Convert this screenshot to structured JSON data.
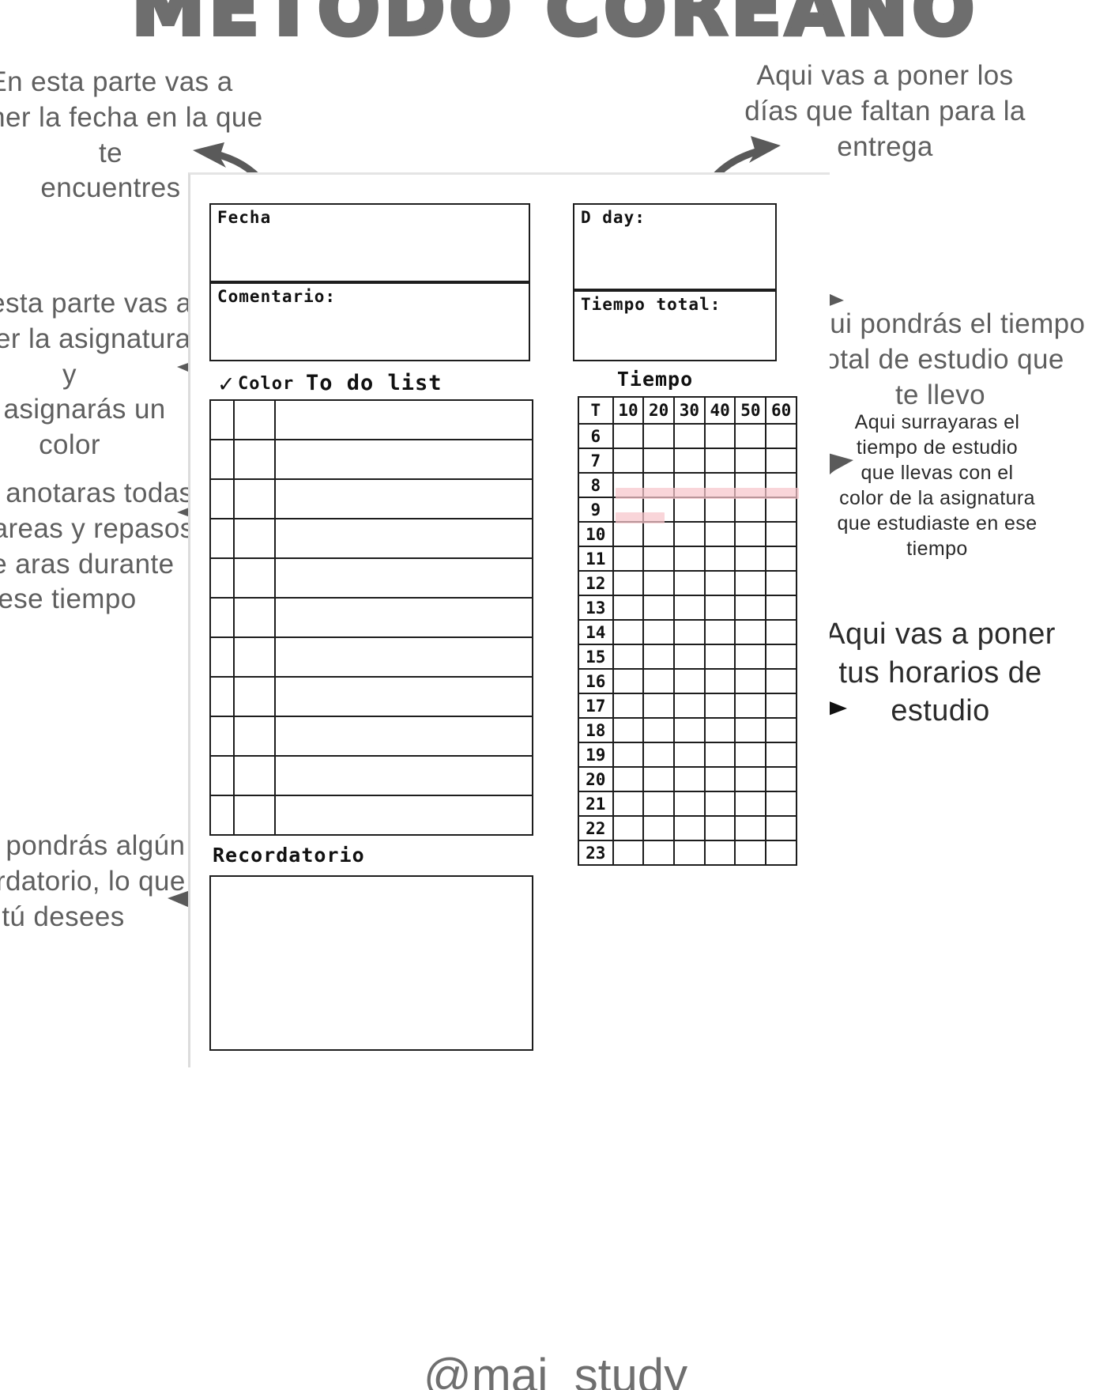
{
  "title": "MÉTODO COREANO",
  "watermark": "@mai_study",
  "colors": {
    "highlight_pink": "#f7c5cb",
    "ink": "#1d1d1d",
    "note_gray": "#5f5f5f",
    "title_gray": "#6e6e6e"
  },
  "sheet": {
    "fecha_label": "Fecha",
    "comentario_label": "Comentario:",
    "dday_label": "D day:",
    "tiempo_total_label": "Tiempo total:",
    "todo": {
      "check_glyph": "✓",
      "color_label": "Color",
      "list_label": "To do list",
      "rows": 11
    },
    "recordatorio_label": "Recordatorio",
    "tiempo": {
      "caption": "Tiempo",
      "corner_label": "T",
      "minute_columns": [
        "10",
        "20",
        "30",
        "40",
        "50",
        "60"
      ],
      "hours": [
        "6",
        "7",
        "8",
        "9",
        "10",
        "11",
        "12",
        "13",
        "14",
        "15",
        "16",
        "17",
        "18",
        "19",
        "20",
        "21",
        "22",
        "23"
      ],
      "highlights": [
        {
          "hour": "8",
          "start_col": 0,
          "span_cols": 6,
          "color": "#f7c5cb"
        },
        {
          "hour": "9",
          "start_col": 0,
          "span_cols": 1.6,
          "color": "#f7c5cb"
        }
      ]
    }
  },
  "annotations": {
    "fecha": "En esta parte vas a\nponer la fecha en la que te\nencuentres",
    "dday": "Aqui vas a poner los\ndías que faltan para la\nentrega",
    "asignatura": "En esta parte vas a\nponer la asignatura y\nle asignarás un\ncolor",
    "tareas": "Aqui anotaras todas\nlas tareas y repasos\nque aras durante\nese tiempo",
    "recordatorio": "Aqui pondrás algún\nrecordatorio, lo que\ntú desees",
    "tiempo_total": "Aqui pondrás el tiempo\ntotal de estudio que\nte llevo",
    "subrayar": "Aqui surrayaras el\ntiempo de estudio\nque llevas con el\ncolor de la asignatura\nque estudiaste en ese\ntiempo",
    "horarios": "Aqui vas a poner\ntus horarios de\nestudio"
  }
}
